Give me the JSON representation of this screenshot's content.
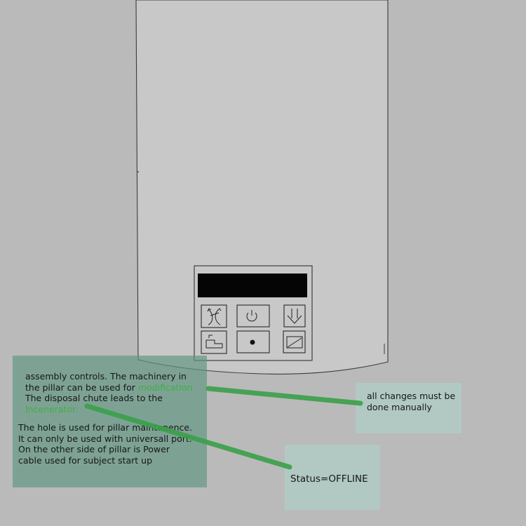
{
  "pillar": {
    "panel": {
      "display_text": "",
      "buttons": [
        {
          "icon": "crossed-arrows-icon"
        },
        {
          "icon": "power-icon"
        },
        {
          "icon": "down-arrows-icon"
        },
        {
          "icon": "tray-icon"
        },
        {
          "icon": "dot-icon"
        },
        {
          "icon": "slash-box-icon"
        }
      ]
    }
  },
  "notes": {
    "main": {
      "line1": "assembly controls. The machinery in",
      "line2_prefix": "the pillar can be used for ",
      "line2_highlight": "modification",
      "line3": "The disposal chute leads to the",
      "line4_highlight": "Incenerator.",
      "para2_line1": "The hole is used for pillar maintanence.",
      "para2_line2": "It can only be used with universall port.",
      "para2_line3": "On the other side of pillar is Power",
      "para2_line4": "cable used for subject start up"
    },
    "changes": {
      "line1": "all changes must be",
      "line2": "done manually"
    },
    "status": {
      "text": "Status=OFFLINE"
    }
  },
  "colors": {
    "background": "#bababa",
    "pillar": "#c8c8c8",
    "note_main_bg": "#6a9a88",
    "note_side_bg": "#b2ccc4",
    "highlight": "#40b040",
    "connector": "#3aa04a"
  }
}
